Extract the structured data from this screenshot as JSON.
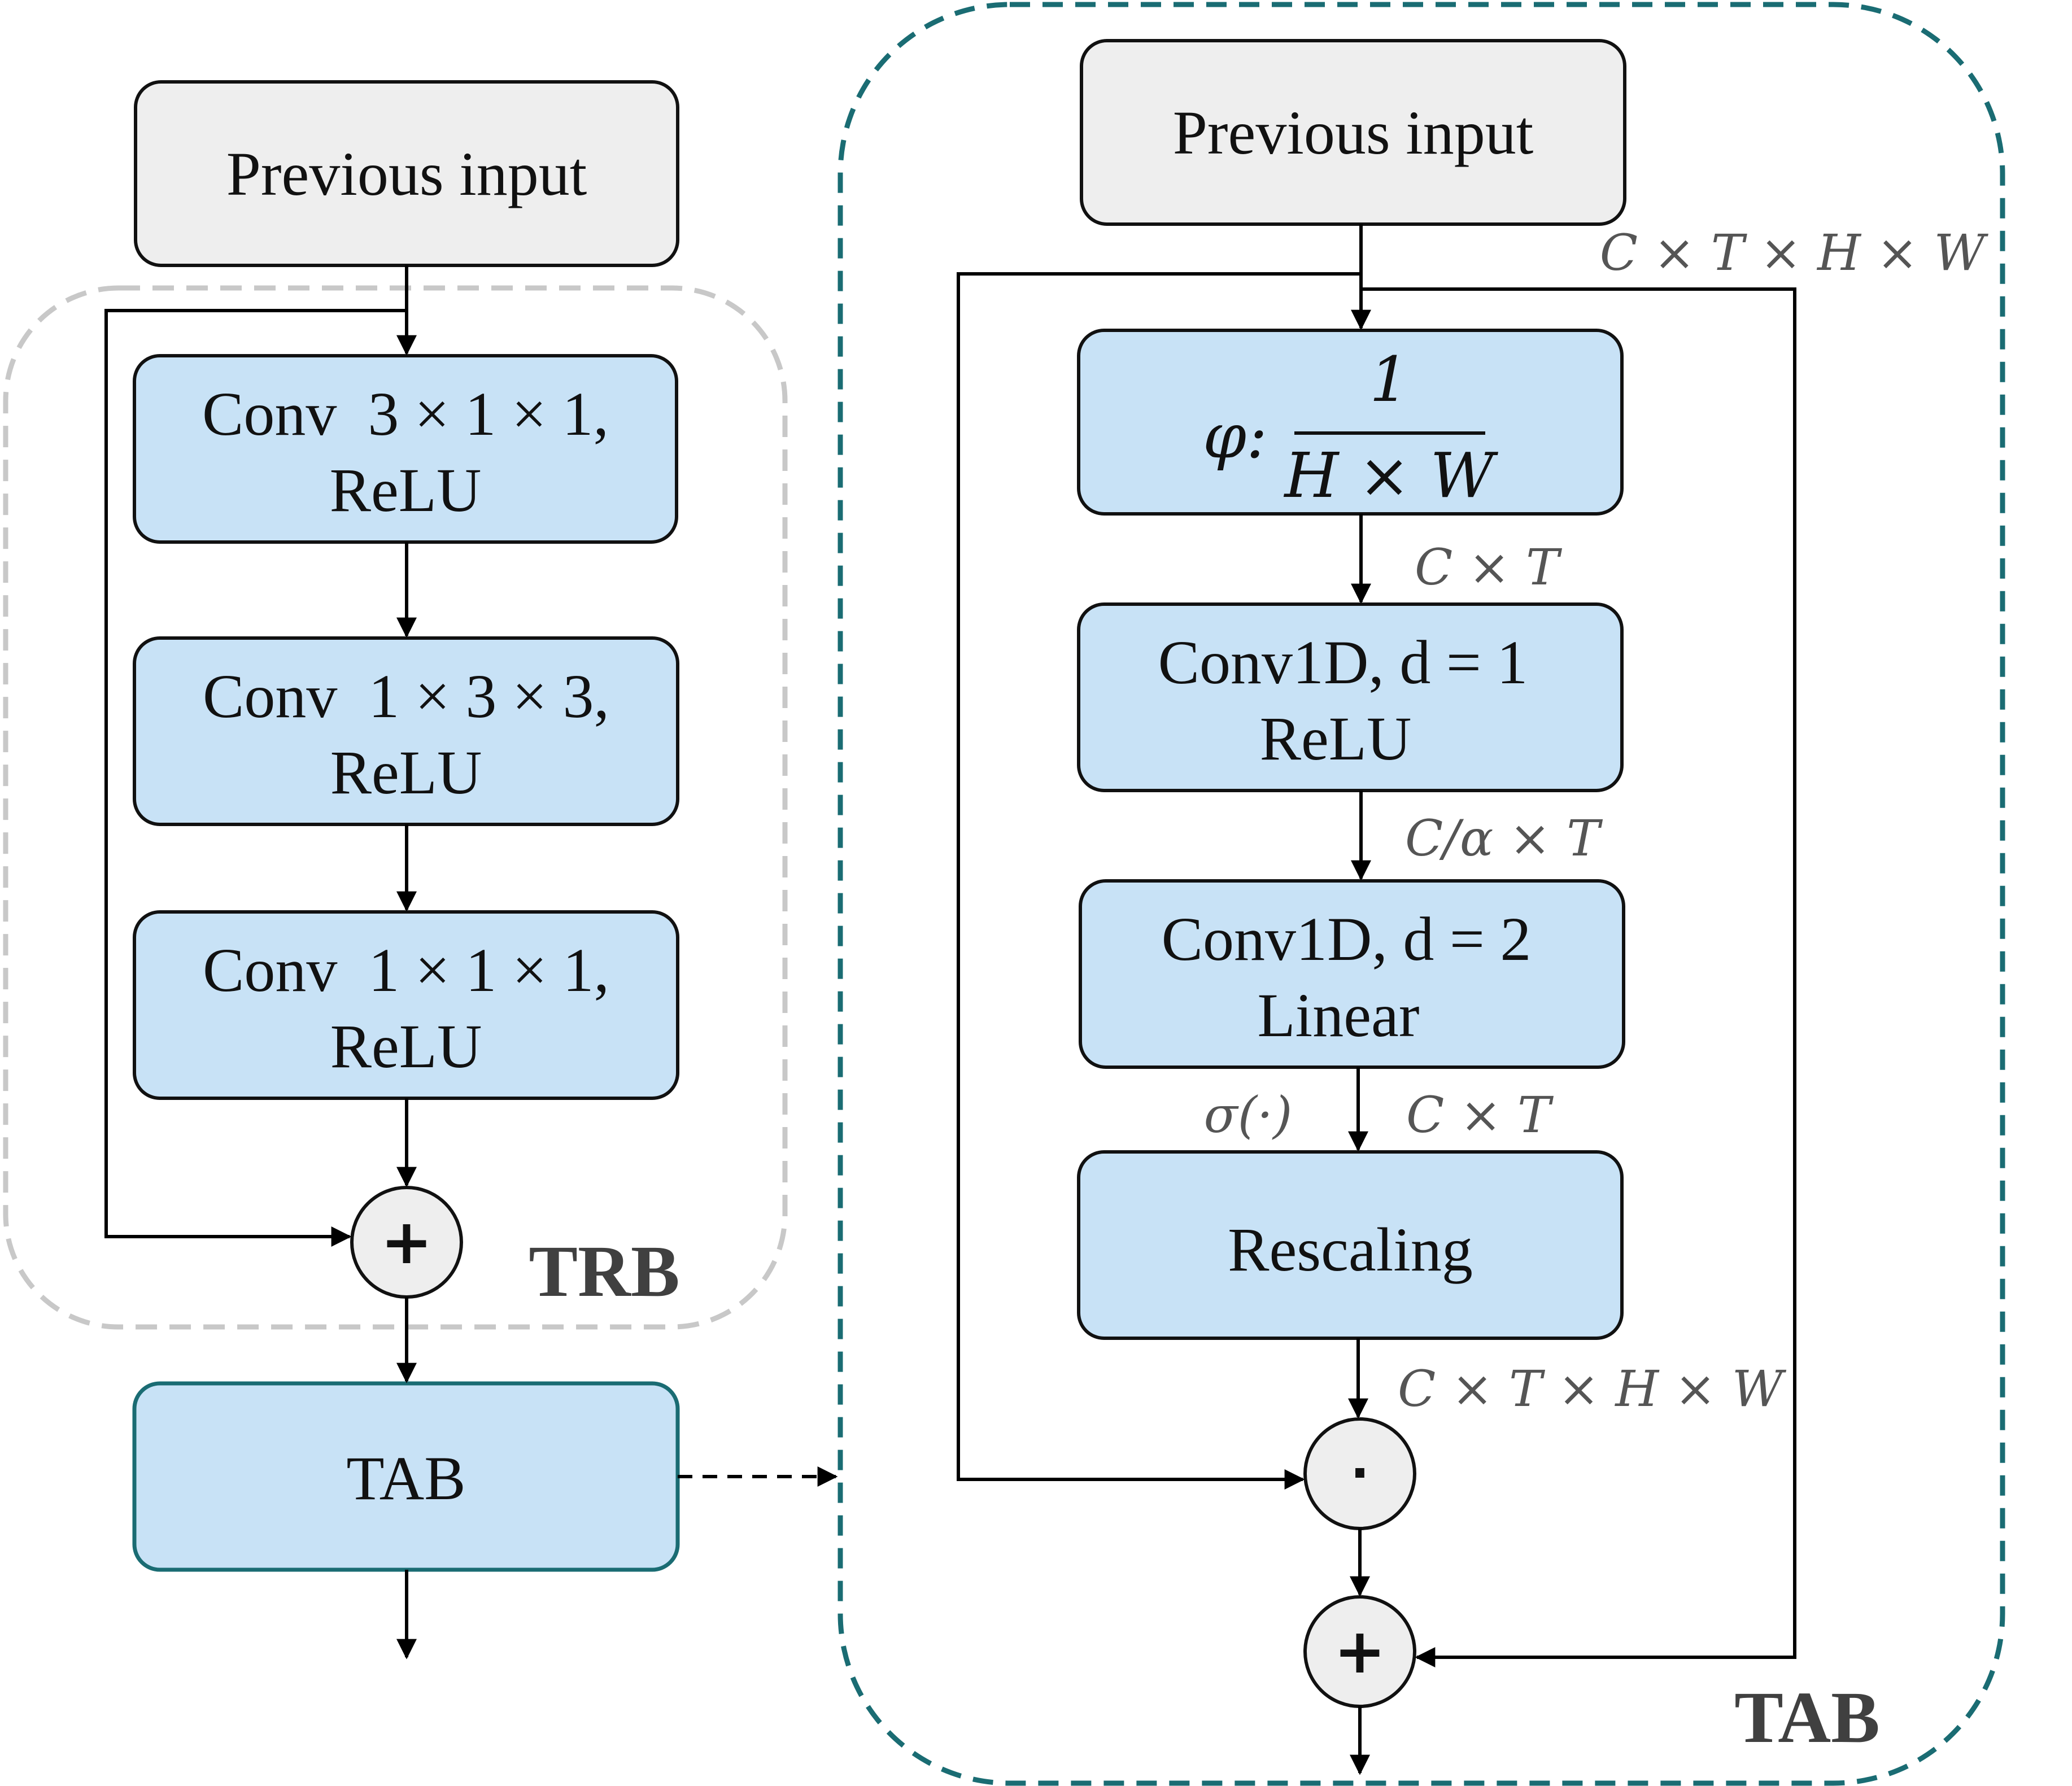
{
  "left": {
    "previous_input": "Previous input",
    "conv1": {
      "line1": "Conv  3 × 1 × 1,",
      "line2": "ReLU"
    },
    "conv2": {
      "line1": "Conv  1 × 3 × 3,",
      "line2": "ReLU"
    },
    "conv3": {
      "line1": "Conv  1 × 1 × 1,",
      "line2": "ReLU"
    },
    "add_symbol": "+",
    "trb_label": "TRB",
    "tab_block": "TAB"
  },
  "right": {
    "previous_input": "Previous input",
    "dim_input": "C × T × H × W",
    "phi": {
      "prefix": "φ:",
      "numerator": "1",
      "denominator": "H × W"
    },
    "dim_after_phi": "C × T",
    "conv1d_1": {
      "line1": "Conv1D, d = 1",
      "line2": "ReLU"
    },
    "dim_after_conv1": "C/α × T",
    "conv1d_2": {
      "line1": "Conv1D, d = 2",
      "line2": "Linear"
    },
    "sigma": "σ(·)",
    "dim_after_conv2": "C × T",
    "rescaling": "Rescaling",
    "dim_after_rescaling": "C × T × H × W",
    "mult_symbol": "·",
    "add_symbol": "+",
    "tab_label": "TAB"
  },
  "colors": {
    "block_fill": "#c8e2f6",
    "input_fill": "#eeeeee",
    "teal": "#1a6c73",
    "gray_dash": "#c8c8c8",
    "circle_fill": "#eeeeee"
  }
}
